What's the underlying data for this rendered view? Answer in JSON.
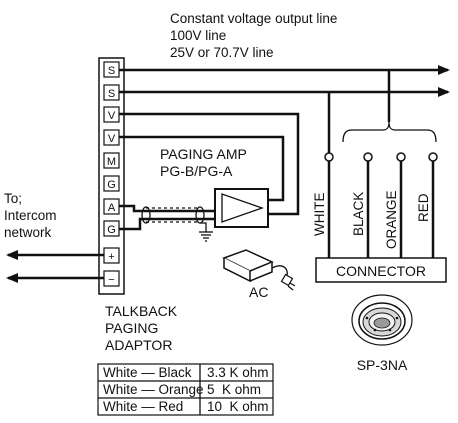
{
  "header": {
    "line1": "Constant voltage output line",
    "line2": "100V line",
    "line3": "25V or 70.7V line"
  },
  "adaptor": {
    "terminals": [
      "S",
      "S",
      "V",
      "V",
      "M",
      "G",
      "A",
      "G",
      "+",
      "−"
    ],
    "label_lines": [
      "TALKBACK",
      "PAGING",
      "ADAPTOR"
    ]
  },
  "amp": {
    "label_line1": "PAGING AMP",
    "label_line2": "PG-B/PG-A"
  },
  "intercom": {
    "label_lines": [
      "To;",
      "Intercom",
      "network"
    ]
  },
  "ac": {
    "label": "AC"
  },
  "speaker": {
    "wire_labels": [
      "WHITE",
      "BLACK",
      "ORANGE",
      "RED"
    ],
    "connector_label": "CONNECTOR",
    "model": "SP-3NA"
  },
  "impedance_table": {
    "rows": [
      {
        "pair": "White — Black",
        "value": "3.3 K ohm"
      },
      {
        "pair": "White — Orange",
        "value": "5  K ohm"
      },
      {
        "pair": "White — Red",
        "value": "10  K ohm"
      }
    ]
  }
}
